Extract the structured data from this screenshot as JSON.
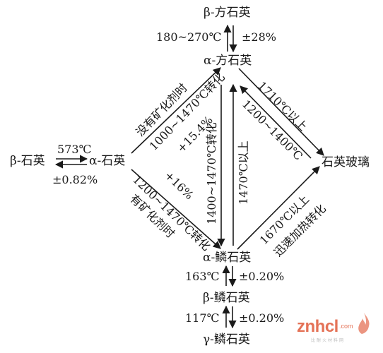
{
  "nodes": {
    "beta_cristobalite": "β-方石英",
    "alpha_cristobalite": "α-方石英",
    "beta_quartz": "β-石英",
    "alpha_quartz": "α-石英",
    "quartz_glass": "石英玻璃",
    "alpha_tridymite": "α-鳞石英",
    "beta_tridymite": "β-鳞石英",
    "gamma_tridymite": "γ-鳞石英"
  },
  "labels": {
    "cristobalite_temp": "180~270℃",
    "cristobalite_volume": "±28%",
    "quartz_temp": "573℃",
    "quartz_volume": "±0.82%",
    "no_mineralizer_line1": "没有矿化剂时",
    "no_mineralizer_line2": "1000~1470℃转化",
    "upper_left_volume": "+15.4%",
    "cristobalite_to_glass": "1710℃以上",
    "glass_to_cristobalite": "1200~1400℃",
    "tridymite_to_cristobalite": "1470℃以上",
    "cristobalite_to_tridymite": "1400~1470℃转化",
    "mineralizer_line1": "1200~1470℃转化",
    "mineralizer_line2": "有矿化剂时",
    "lower_left_volume": "+16%",
    "rapid_heating_line1": "1670℃以上",
    "rapid_heating_line2": "迅速加热转化",
    "tridymite_temp_1": "163℃",
    "tridymite_volume_1": "±0.20%",
    "tridymite_temp_2": "117℃",
    "tridymite_volume_2": "±0.20%"
  },
  "watermark": {
    "text": "znhcl",
    "domain": ".com",
    "subtitle": "比耐火材料网"
  },
  "colors": {
    "ink": "#1a1a1a",
    "watermark": "#e05a3a"
  }
}
